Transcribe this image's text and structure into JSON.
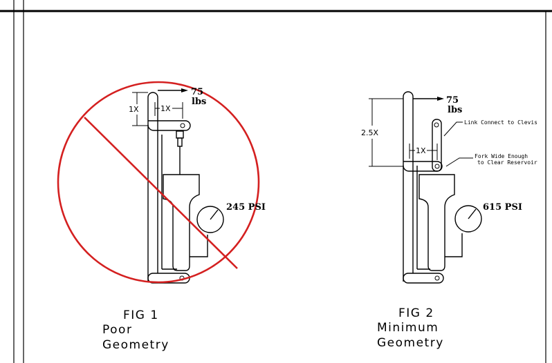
{
  "fig1": {
    "force_value": "75",
    "force_unit": "lbs",
    "dim_vertical": "1X",
    "dim_horizontal": "1X",
    "pressure": "245 PSI",
    "caption_fig": "FIG 1",
    "caption_line1": "Poor",
    "caption_line2": "Geometry"
  },
  "fig2": {
    "force_value": "75",
    "force_unit": "lbs",
    "dim_vertical": "2.5X",
    "dim_horizontal": "1X",
    "pressure": "615 PSI",
    "note_link": "Link Connect to Clevis",
    "note_fork_1": "Fork Wide Enough",
    "note_fork_2": "to Clear Reservoir",
    "caption_fig": "FIG 2",
    "caption_line1": "Minimum",
    "caption_line2": "Geometry"
  },
  "colors": {
    "prohibition": "#d42020",
    "line": "#000000"
  }
}
